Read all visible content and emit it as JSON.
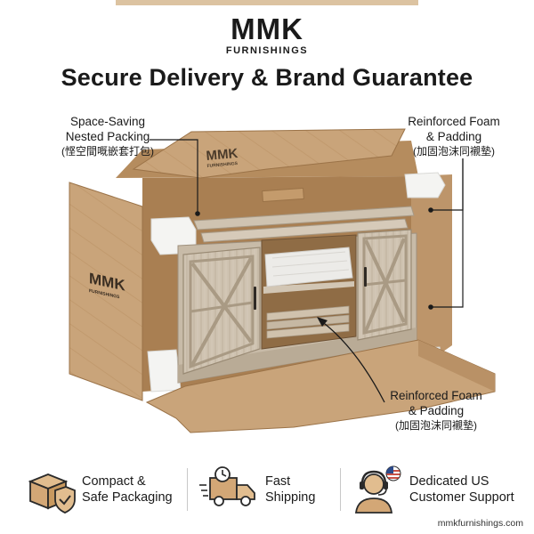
{
  "brand": {
    "logo": "MMK",
    "sub": "FURNISHINGS"
  },
  "headline": "Secure Delivery & Brand Guarantee",
  "callouts": {
    "left": {
      "line1": "Space-Saving",
      "line2": "Nested Packing",
      "cn": "(悭空間嘅嵌套打包)"
    },
    "right": {
      "line1": "Reinforced Foam",
      "line2": "& Padding",
      "cn": "(加固泡沫同襯墊)"
    },
    "bottom": {
      "line1": "Reinforced Foam",
      "line2": "& Padding",
      "cn": "(加固泡沫同襯墊)"
    }
  },
  "box_print": {
    "logo": "MMK",
    "sub": "FURNISHINGS"
  },
  "features": [
    {
      "icon": "shield-box-icon",
      "line1": "Compact &",
      "line2": "Safe Packaging"
    },
    {
      "icon": "delivery-truck-icon",
      "line1": "Fast",
      "line2": "Shipping"
    },
    {
      "icon": "support-agent-icon",
      "line1": "Dedicated US",
      "line2": "Customer Support"
    }
  ],
  "website": "mmkfurnishings.com",
  "colors": {
    "cardboard": "#c9a47a",
    "cardboard_dark": "#a97f52",
    "wood": "#c9bca9",
    "accent": "#dcc3a1"
  }
}
